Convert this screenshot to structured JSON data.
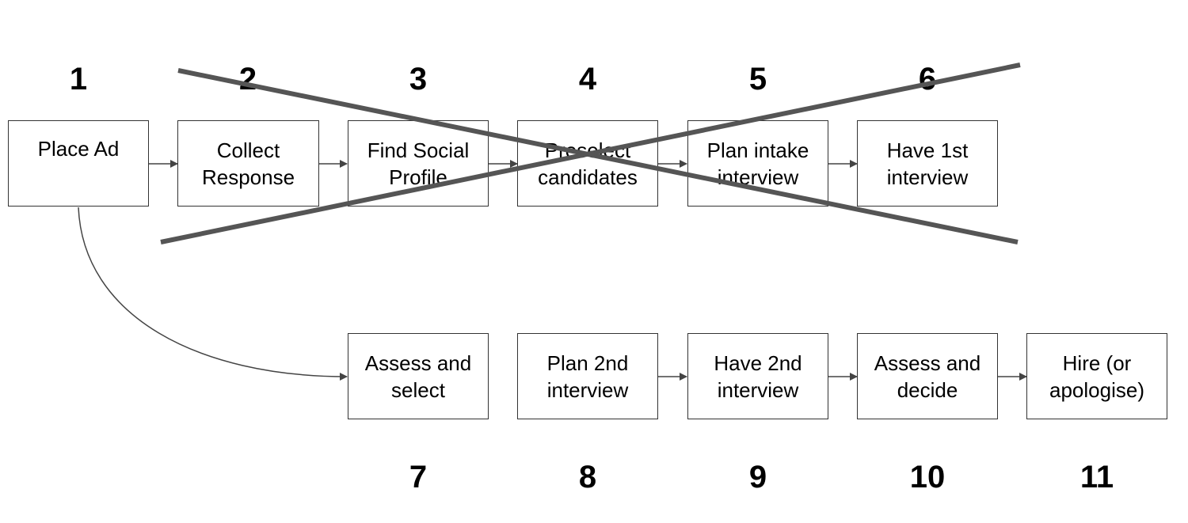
{
  "diagram": {
    "top_row": [
      {
        "number": "1",
        "label": "Place Ad"
      },
      {
        "number": "2",
        "label": "Collect Response"
      },
      {
        "number": "3",
        "label": "Find Social Profile"
      },
      {
        "number": "4",
        "label": "Preselect candidates"
      },
      {
        "number": "5",
        "label": "Plan intake interview"
      },
      {
        "number": "6",
        "label": "Have 1st interview"
      }
    ],
    "bottom_row": [
      {
        "number": "7",
        "label": "Assess and select"
      },
      {
        "number": "8",
        "label": "Plan 2nd interview"
      },
      {
        "number": "9",
        "label": "Have 2nd interview"
      },
      {
        "number": "10",
        "label": "Assess and decide"
      },
      {
        "number": "11",
        "label": "Hire (or apologise)"
      }
    ],
    "colors": {
      "box_border": "#333333",
      "arrow": "#444444",
      "cross_out": "#555555"
    }
  }
}
